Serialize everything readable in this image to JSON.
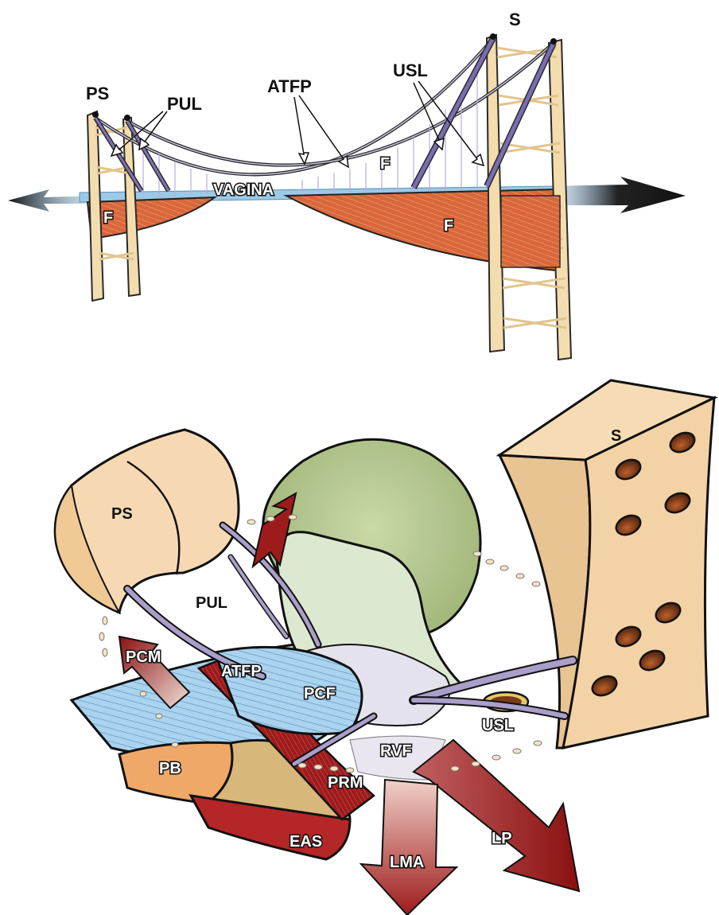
{
  "top_diagram": {
    "labels": {
      "ps": "PS",
      "pul": "PUL",
      "atfp": "ATFP",
      "usl": "USL",
      "s": "S",
      "vagina": "VAGINA",
      "f_mid": "F",
      "f_left": "F",
      "f_right": "F"
    }
  },
  "bottom_diagram": {
    "labels": {
      "s": "S",
      "ps": "PS",
      "pul": "PUL",
      "pcm": "PCM",
      "atfp": "ATFP",
      "pcf": "PCF",
      "usl": "USL",
      "pb": "PB",
      "rvf": "RVF",
      "prm": "PRM",
      "eas": "EAS",
      "lp": "LP",
      "lma": "LMA"
    }
  },
  "colors": {
    "tower": "#f3dcae",
    "tower_outline": "#2a2a2a",
    "cable": "#a99fc9",
    "fascia_orange": "#d9673a",
    "vagina_blue": "#9cc9e6",
    "bladder_green": "#b7c98f",
    "uterus_light": "#dce9d0",
    "muscle_red": "#9e1b1b",
    "sacrum": "#f3d3a6",
    "levator_blue": "#a9d3ee",
    "pb_orange": "#f0a868",
    "eas_tan": "#d8b77a"
  }
}
